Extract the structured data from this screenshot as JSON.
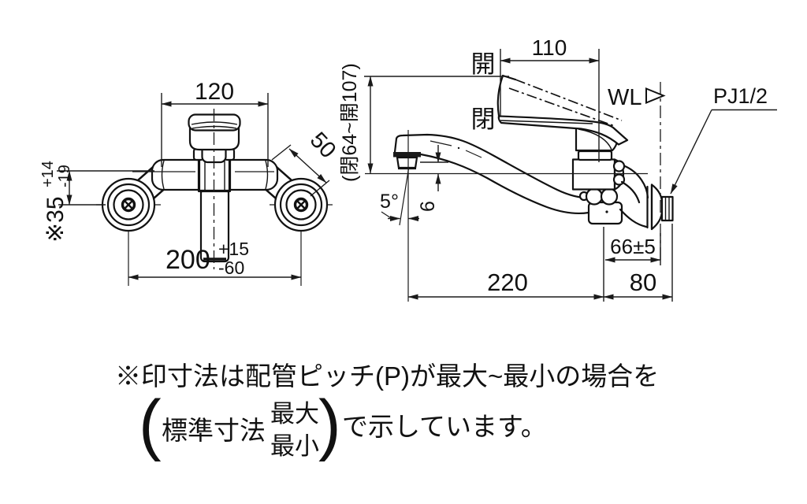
{
  "drawing": {
    "front_view": {
      "dim_handle_width": "120",
      "dim_mount_height": {
        "main": "※35",
        "tol_plus": "+14",
        "tol_minus": "-19"
      },
      "dim_leg_offset": "50",
      "dim_pipe_pitch": {
        "main": "200",
        "tol_plus": "+15",
        "tol_minus": "-60"
      }
    },
    "side_view": {
      "dim_handle_length": "110",
      "label_handle_open": "開",
      "label_handle_closed": "閉",
      "dim_handle_height_range": "(閉64~開107)",
      "label_wall_line": "WL",
      "label_connection_thread": "PJ1/2",
      "dim_spout_tilt_angle": "5°",
      "dim_outlet_drop": "6",
      "dim_wall_to_body": "66±5",
      "dim_spout_reach": "220",
      "dim_wall_depth": "80"
    },
    "note": {
      "line1": "※印寸法は配管ピッチ(P)が最大~最小の場合を",
      "paren_open": "(",
      "standard_label": "標準寸法",
      "max_label": "最大",
      "min_label": "最小",
      "paren_close": ")",
      "line2_suffix": "で示しています。"
    }
  }
}
